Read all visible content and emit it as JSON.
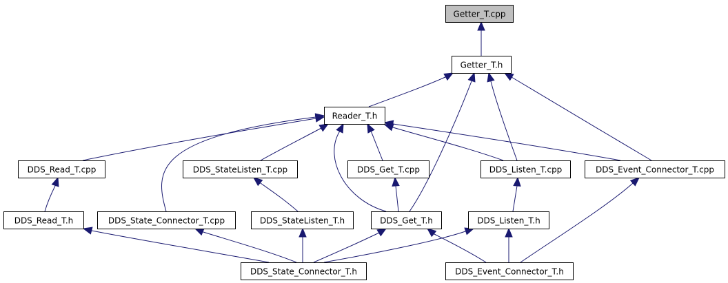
{
  "diagram": {
    "root_color": "#bfbfbf",
    "edge_color": "#191970",
    "nodes": [
      {
        "id": "getter_cpp",
        "label": "Getter_T.cpp",
        "root": true
      },
      {
        "id": "getter_h",
        "label": "Getter_T.h"
      },
      {
        "id": "reader_h",
        "label": "Reader_T.h"
      },
      {
        "id": "read_cpp",
        "label": "DDS_Read_T.cpp"
      },
      {
        "id": "statelisten_cpp",
        "label": "DDS_StateListen_T.cpp"
      },
      {
        "id": "get_cpp",
        "label": "DDS_Get_T.cpp"
      },
      {
        "id": "listen_cpp",
        "label": "DDS_Listen_T.cpp"
      },
      {
        "id": "event_conn_cpp",
        "label": "DDS_Event_Connector_T.cpp"
      },
      {
        "id": "read_h",
        "label": "DDS_Read_T.h"
      },
      {
        "id": "state_conn_cpp",
        "label": "DDS_State_Connector_T.cpp"
      },
      {
        "id": "statelisten_h",
        "label": "DDS_StateListen_T.h"
      },
      {
        "id": "get_h",
        "label": "DDS_Get_T.h"
      },
      {
        "id": "listen_h",
        "label": "DDS_Listen_T.h"
      },
      {
        "id": "state_conn_h",
        "label": "DDS_State_Connector_T.h"
      },
      {
        "id": "event_conn_h",
        "label": "DDS_Event_Connector_T.h"
      }
    ],
    "edges": [
      {
        "from": "getter_h",
        "to": "getter_cpp"
      },
      {
        "from": "reader_h",
        "to": "getter_h"
      },
      {
        "from": "get_h",
        "to": "getter_h"
      },
      {
        "from": "listen_cpp",
        "to": "getter_h"
      },
      {
        "from": "event_conn_cpp",
        "to": "getter_h"
      },
      {
        "from": "read_cpp",
        "to": "reader_h"
      },
      {
        "from": "state_conn_cpp",
        "to": "reader_h"
      },
      {
        "from": "statelisten_cpp",
        "to": "reader_h"
      },
      {
        "from": "get_h",
        "to": "reader_h"
      },
      {
        "from": "get_cpp",
        "to": "reader_h"
      },
      {
        "from": "listen_cpp",
        "to": "reader_h"
      },
      {
        "from": "event_conn_cpp",
        "to": "reader_h"
      },
      {
        "from": "read_h",
        "to": "read_cpp"
      },
      {
        "from": "statelisten_h",
        "to": "statelisten_cpp"
      },
      {
        "from": "get_h",
        "to": "get_cpp"
      },
      {
        "from": "listen_h",
        "to": "listen_cpp"
      },
      {
        "from": "event_conn_h",
        "to": "event_conn_cpp"
      },
      {
        "from": "state_conn_h",
        "to": "read_h"
      },
      {
        "from": "state_conn_h",
        "to": "state_conn_cpp"
      },
      {
        "from": "state_conn_h",
        "to": "statelisten_h"
      },
      {
        "from": "state_conn_h",
        "to": "get_h"
      },
      {
        "from": "state_conn_h",
        "to": "listen_h"
      },
      {
        "from": "event_conn_h",
        "to": "get_h"
      },
      {
        "from": "event_conn_h",
        "to": "listen_h"
      }
    ]
  }
}
